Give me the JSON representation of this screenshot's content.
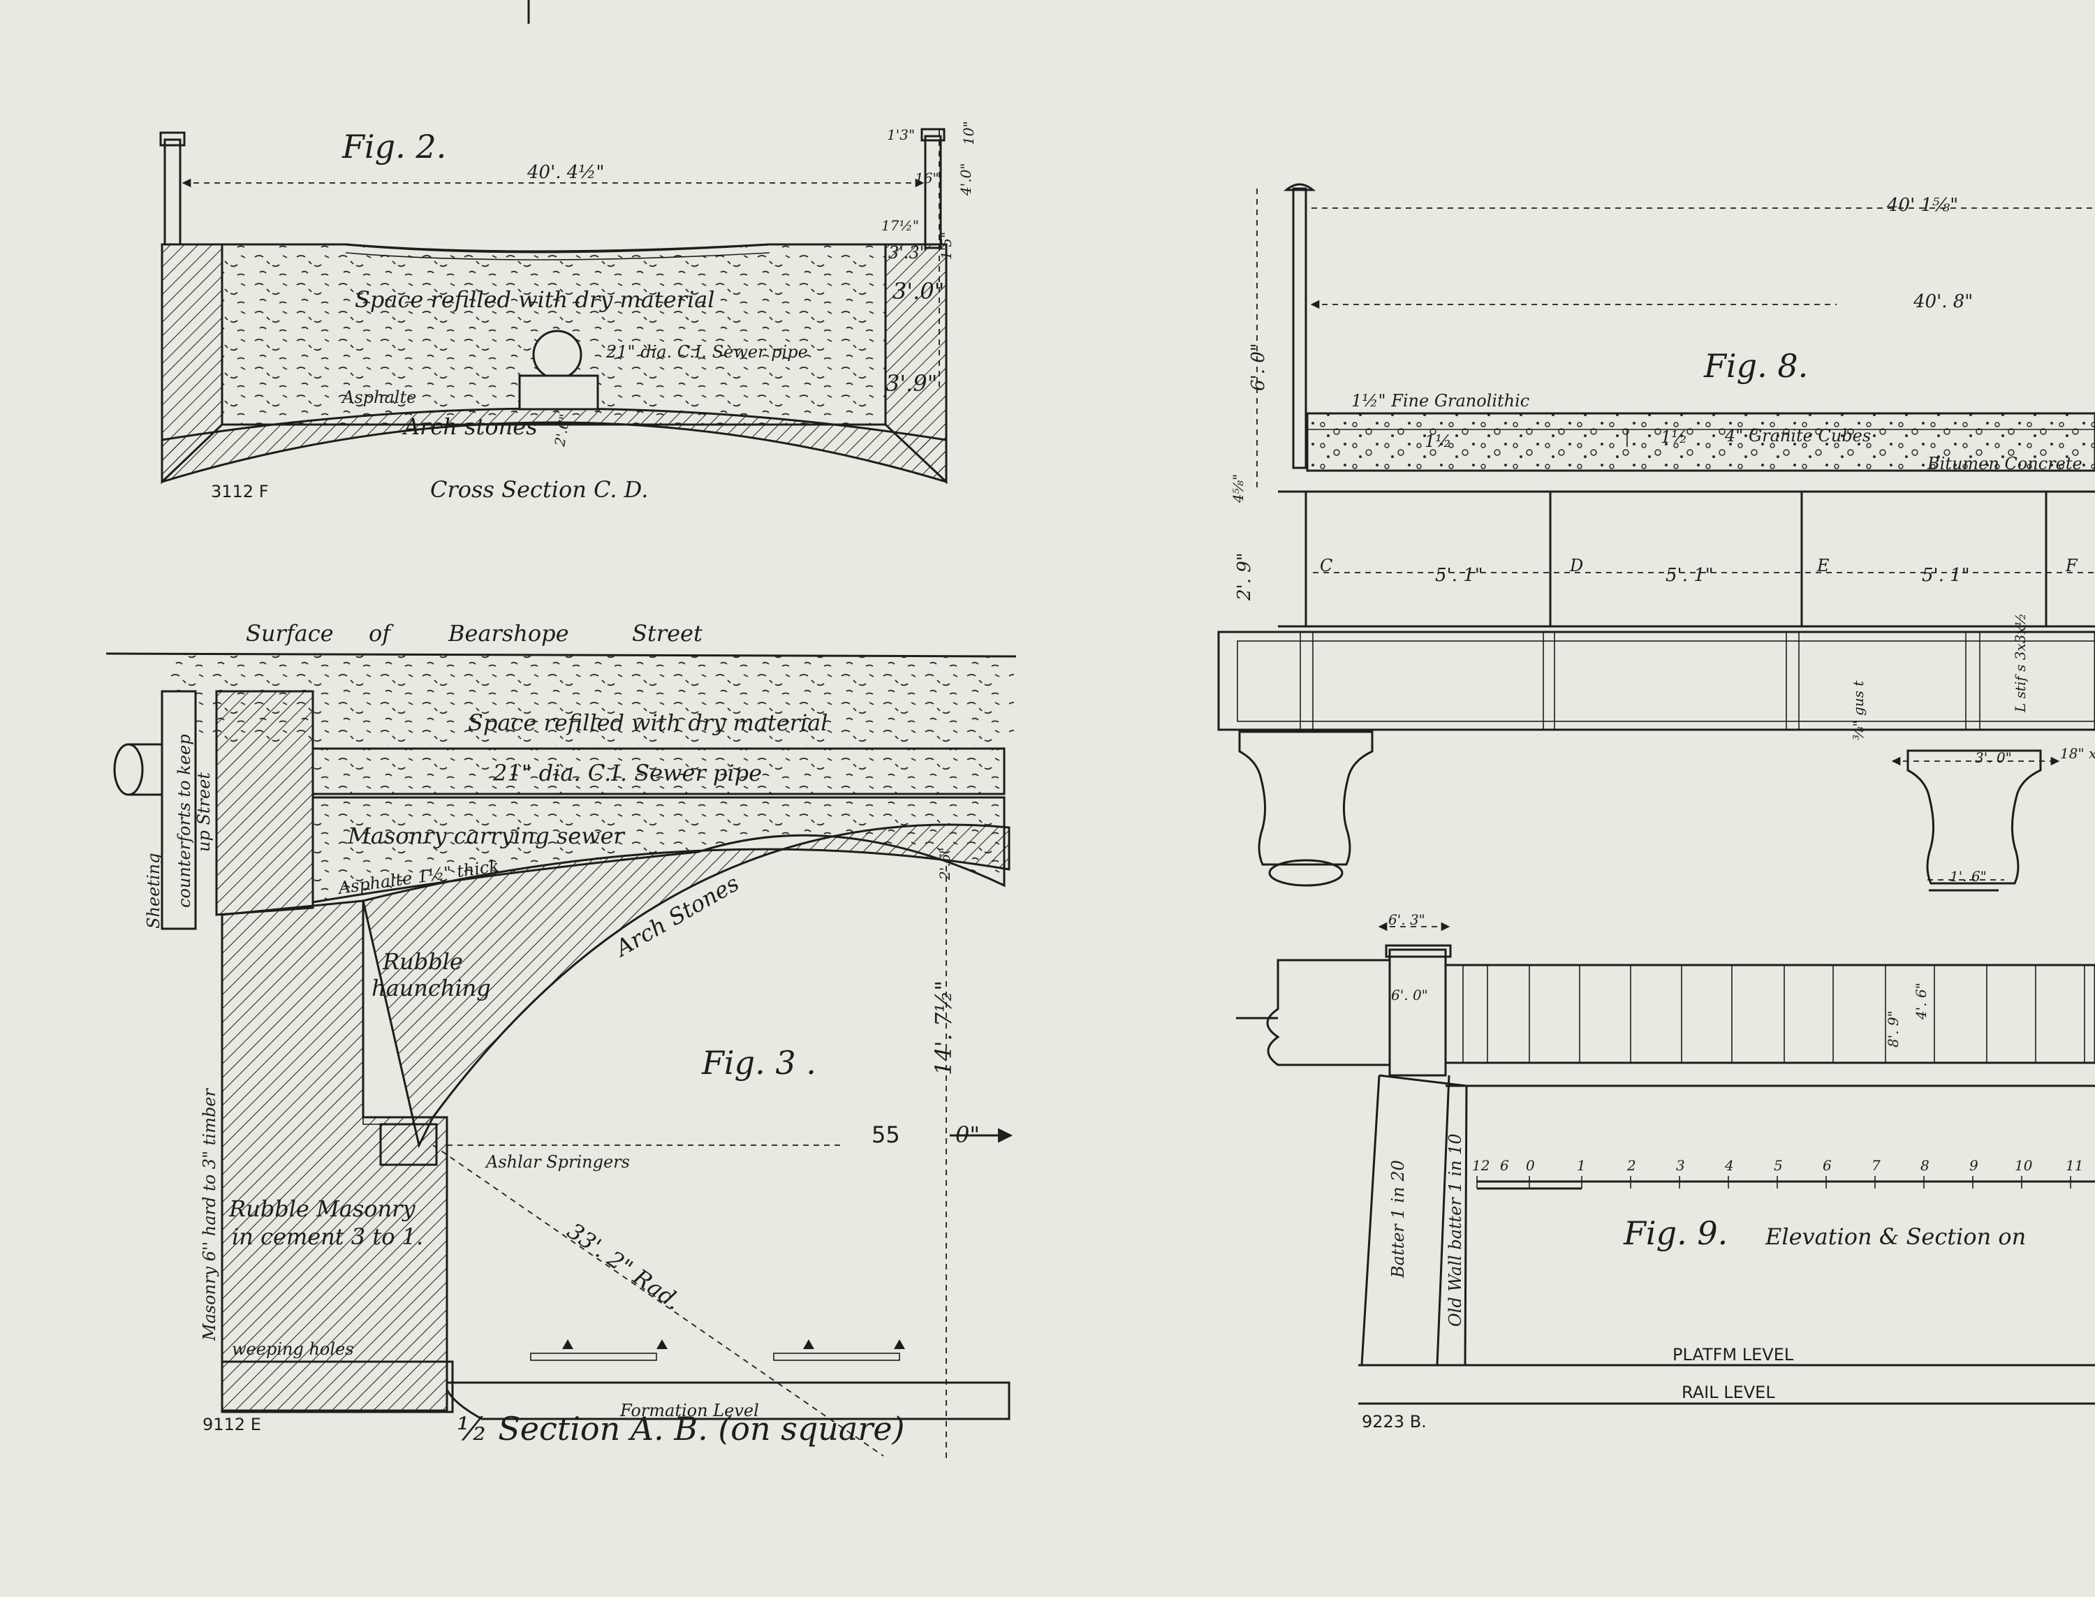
{
  "fig2": {
    "title": "Fig. 2.",
    "span": "40'. 4½\"",
    "fill_label": "Space refilled with dry material",
    "pipe_label": "21\" dia. C.I. Sewer pipe",
    "asphalte": "Asphalte",
    "arch": "Arch stones",
    "arch_dim": "2'.6\"",
    "dims_right": [
      "1'3\"",
      "16\"",
      "17½\"",
      "3'.3\"",
      "3'.0\"",
      "3'.9\"",
      "4'.0\"",
      "10\"",
      "1'5\""
    ],
    "ref": "3112 F",
    "caption": "Cross Section C. D."
  },
  "fig3": {
    "surface": [
      "Surface",
      "of",
      "Bearshope",
      "Street"
    ],
    "fill_label": "Space refilled with dry material",
    "pipe_label": "21\" dia. C.I. Sewer pipe",
    "masonry_sewer": "Masonry carrying sewer",
    "asphalte": "Asphalte 1½\" thick",
    "arch": "Arch Stones",
    "arch_dim": "2'.6\"",
    "rubble": [
      "Rubble",
      "haunching"
    ],
    "title": "Fig. 3 .",
    "rise": "14'. 7½\"",
    "half_span": "55",
    "half_span2": "0\"",
    "springers": "Ashlar Springers",
    "radius": "33'. 2\" Rad.",
    "sheeting": "Sheeting",
    "counterforts": [
      "counterforts to keep",
      "up Street"
    ],
    "masonry_timber": "Masonry 6'' hard to 3\" timber",
    "rubble_masonry": [
      "Rubble Masonry",
      "in cement 3 to 1."
    ],
    "weeping": "weeping holes",
    "formation": "Formation Level",
    "ref": "9112 E",
    "caption": "½ Section A. B. (on square)"
  },
  "fig8": {
    "title": "Fig. 8.",
    "dim_top": "40'   1⅝\"",
    "dim_second": "40'. 8\"",
    "height": "6'. 0\"",
    "granolithic": "1½\" Fine Granolithic",
    "granolithic_thk": "1½",
    "cubes_thk": "1½",
    "granite": "4\" Granite Cubes",
    "bitumen": "Bitumen Concrete",
    "depth1": "4⅝\"",
    "depth2": "2'. 9\"",
    "bays": [
      "C",
      "D",
      "E",
      "F"
    ],
    "spacings": [
      "5'. 1\"",
      "5'. 1\"",
      "5'. 1\""
    ],
    "gusset": "⅜\" gus t",
    "stiff": "L stif s 3x3x½",
    "pier_w": "3'. 0\"",
    "pier_b": "1'. 6\"",
    "edge": "18\" x"
  },
  "fig9": {
    "title": "Fig. 9.",
    "subtitle": "Elevation & Section on",
    "w1": "6'. 3\"",
    "w2": "6'. 0\"",
    "h1": "8'. 9\"",
    "h2": "4'. 6\"",
    "batter1": "Batter 1 in 20",
    "batter2": "Old Wall batter 1 in 10",
    "scale_labels": [
      "12",
      "6",
      "0",
      "1",
      "2",
      "3",
      "4",
      "5",
      "6",
      "7",
      "8",
      "9",
      "10",
      "11"
    ],
    "platform": "PLATFM LEVEL",
    "rail": "RAIL LEVEL",
    "ref": "9223 B."
  }
}
